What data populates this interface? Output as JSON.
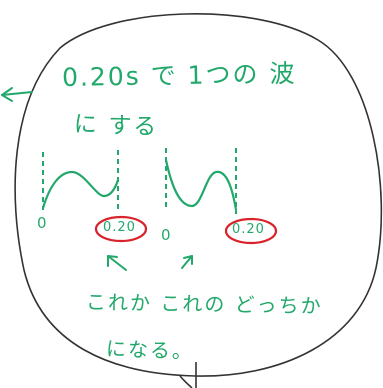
{
  "note": {
    "line1": "0.20s で 1つの 波",
    "line2": "に する",
    "line3": "これか これの どっちか",
    "line4": "になる。"
  },
  "labels": {
    "zero_left": "0",
    "zero_right": "0",
    "value_left": "0.20",
    "value_right": "0.20"
  },
  "colors": {
    "ink_green": "#23a86b",
    "circle_red": "#d8232a",
    "outline_gray": "#333333"
  },
  "icons": {
    "left_arrow": "arrow-left-icon",
    "under_arrow_left": "arrow-up-left-icon",
    "under_arrow_right": "arrow-up-right-icon"
  }
}
